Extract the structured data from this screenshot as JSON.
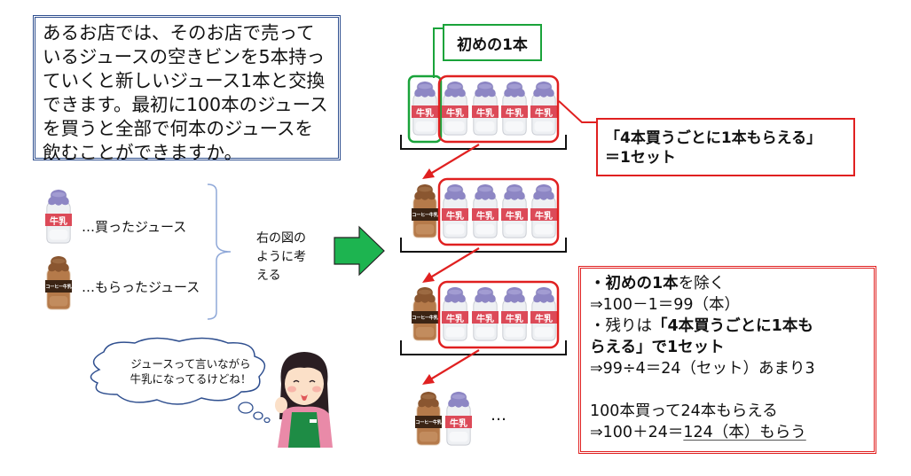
{
  "problem": {
    "lines": [
      "あるお店では、そのお店で売って",
      "いるジュースの空きビンを5本持っ",
      "ていくと新しいジュース1本と交換",
      "できます。最初に100本のジュース",
      "を買うと全部で何本のジュースを",
      "飲むことができますか。"
    ]
  },
  "legend": {
    "bought": "…買ったジュース",
    "received": "…もらったジュース",
    "note_lines": [
      "右の図の",
      "ように考",
      "える"
    ]
  },
  "bottle_labels": {
    "milk": "牛乳",
    "coffee_milk": "コーヒー牛乳"
  },
  "bubble": {
    "lines": [
      "ジュースって言いながら",
      "牛乳になってるけどね！"
    ]
  },
  "callouts": {
    "first_one": "初めの1本",
    "set_line1": "「4本買うごとに1本もらえる」",
    "set_line2": "＝1セット"
  },
  "diagram": {
    "ellipsis": "…"
  },
  "solution": {
    "l1_bold": "・初めの1本",
    "l1_rest": "を除く",
    "l2": "⇒100－1＝99（本）",
    "l3_pre": "・残りは",
    "l3_bold": "「4本買うごとに1本も",
    "l4_bold": "らえる」で1セット",
    "l5": "⇒99÷4＝24（セット）あまり3",
    "l6": "100本買って24本もらえる",
    "l7_pre": "⇒100＋24＝",
    "l7_answer": "124（本）もらう"
  },
  "colors": {
    "milk_cap": "#8d86c4",
    "milk_label": "#dc4a58",
    "coffee": "#a0643a",
    "green": "#1aa33a",
    "red": "#e02020",
    "navy": "#2f4f8f"
  }
}
